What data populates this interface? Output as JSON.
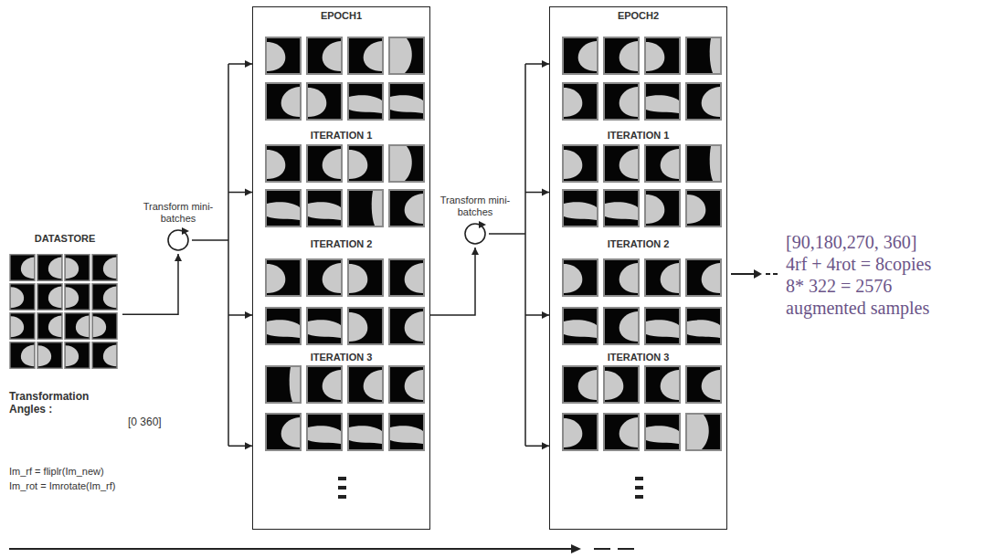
{
  "diagram": {
    "nodes": [
      {
        "text": [
          "DATASTORE"
        ]
      },
      {
        "text": [
          "Transform mini-batches"
        ]
      },
      {
        "text": [
          "EPOCH1",
          "ITERATION 1",
          "ITERATION 2",
          "ITERATION 3"
        ]
      },
      {
        "text": [
          "Transform mini-batches"
        ]
      },
      {
        "text": [
          "EPOCH2",
          "ITERATION 1",
          "ITERATION 2",
          "ITERATION 3"
        ]
      }
    ],
    "edges": [
      {
        "from": 0,
        "to": 1,
        "arrow": "to"
      },
      {
        "from": 1,
        "to": 2,
        "arrow": "to"
      },
      {
        "from": 2,
        "to": 3,
        "arrow": "to"
      },
      {
        "from": 3,
        "to": 4,
        "arrow": "to"
      }
    ],
    "labels": [
      "Transformation Angles :",
      "[0 360]",
      "Im_rf = fliplr(Im_new)",
      "Im_rot = Imrotate(Im_rf)",
      "[90,180,270, 360]",
      "4rf + 4rot = 8copies",
      "8* 322 = 2576",
      "augmented samples"
    ]
  }
}
